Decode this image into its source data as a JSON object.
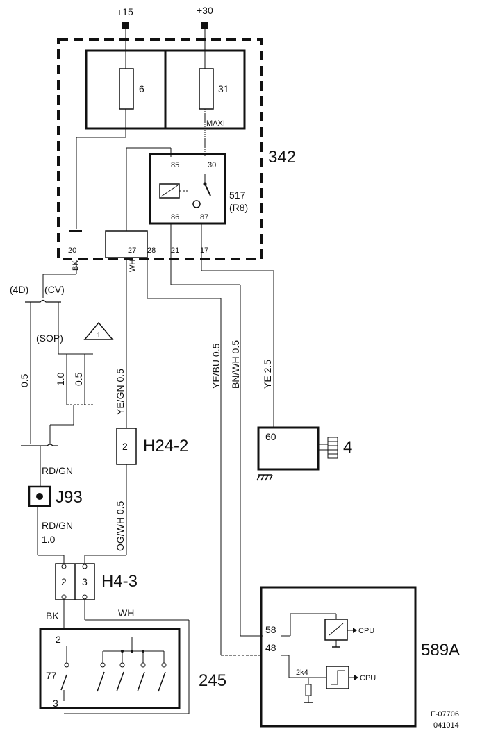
{
  "power": {
    "p15": "+15",
    "p30": "+30"
  },
  "fuses": {
    "f6": "6",
    "f31": "31",
    "maxi": "MAXI"
  },
  "box342": {
    "label": "342"
  },
  "relay": {
    "pin85": "85",
    "pin30": "30",
    "pin86": "86",
    "pin87": "87",
    "id": "517",
    "sub": "(R8)"
  },
  "connector342": {
    "p20": "20",
    "p27": "27",
    "p28": "28",
    "p21": "21",
    "p17": "17",
    "bk": "BK",
    "wh": "WH"
  },
  "branch": {
    "d4": "(4D)",
    "cv": "(CV)",
    "sop": "(SOP)",
    "warn": "1"
  },
  "wires": {
    "w05a": "0.5",
    "w10": "1.0",
    "w05b": "0.5",
    "yegn": "YE/GN 0.5",
    "yebu": "YE/BU 0.5",
    "bnwh": "BN/WH 0.5",
    "ye25": "YE 2.5",
    "rdgn1": "RD/GN",
    "rdgn2": "RD/GN",
    "rdgn2v": "1.0",
    "ogwh": "OG/WH 0.5",
    "bk": "BK",
    "wh": "WH"
  },
  "h24": {
    "pin": "2",
    "label": "H24-2"
  },
  "j93": {
    "label": "J93"
  },
  "h4": {
    "p2": "2",
    "p3": "3",
    "label": "H4-3"
  },
  "comp4": {
    "pin": "60",
    "label": "4"
  },
  "sw245": {
    "p2": "2",
    "p77": "77",
    "p3": "3",
    "label": "245"
  },
  "ecu589": {
    "p58": "58",
    "p48": "48",
    "res": "2k4",
    "cpu1": "CPU",
    "cpu2": "CPU",
    "label": "589A"
  },
  "footer": {
    "code": "F-07706",
    "date": "041014"
  }
}
